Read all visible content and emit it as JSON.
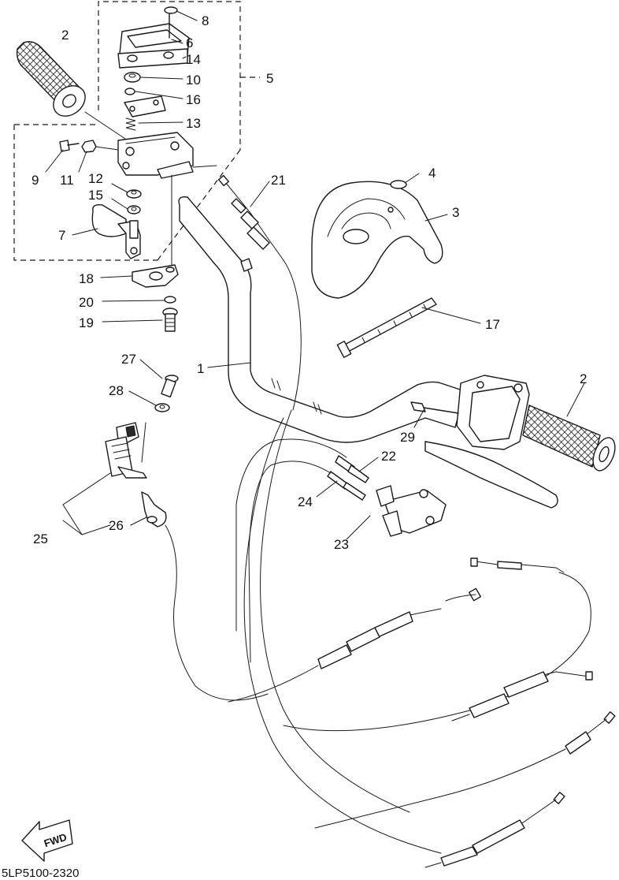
{
  "diagram_code": "5LP5100-2320",
  "fwd_label": "FWD",
  "labels": {
    "l1": "1",
    "l2a": "2",
    "l2b": "2",
    "l3": "3",
    "l4": "4",
    "l5": "5",
    "l6": "6",
    "l7": "7",
    "l8": "8",
    "l9": "9",
    "l10": "10",
    "l11": "11",
    "l12": "12",
    "l13": "13",
    "l14": "14",
    "l15": "15",
    "l16": "16",
    "l17": "17",
    "l18": "18",
    "l19": "19",
    "l20": "20",
    "l21": "21",
    "l22": "22",
    "l23": "23",
    "l24": "24",
    "l25": "25",
    "l26": "26",
    "l27": "27",
    "l28": "28",
    "l29": "29"
  }
}
